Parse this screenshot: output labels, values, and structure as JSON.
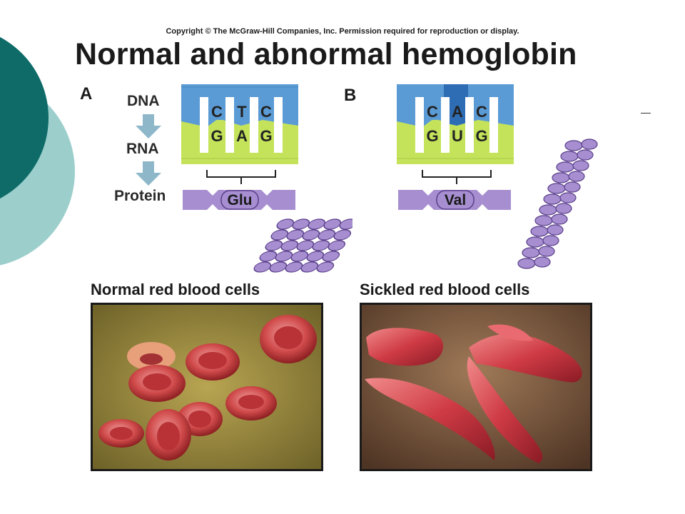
{
  "copyright": "Copyright © The McGraw-Hill Companies, Inc. Permission required for reproduction or display.",
  "title": "Normal and abnormal hemoglobin",
  "panel_a": {
    "letter": "A",
    "flow": [
      "DNA",
      "RNA",
      "Protein"
    ],
    "dna_bases": [
      "C",
      "T",
      "C"
    ],
    "rna_bases": [
      "G",
      "A",
      "G"
    ],
    "amino_acid": "Glu",
    "caption": "Normal red blood cells"
  },
  "panel_b": {
    "letter": "B",
    "dna_bases": [
      "C",
      "A",
      "C"
    ],
    "rna_bases": [
      "G",
      "U",
      "G"
    ],
    "amino_acid": "Val",
    "caption": "Sickled red blood cells"
  },
  "colors": {
    "dna_blue": "#5b9bd5",
    "dna_blue_mutated": "#2e6db4",
    "rna_green": "#c4e35a",
    "protein_purple": "#a68ed0",
    "arrow": "#8eb8c9",
    "deco_teal": "#0e6b68",
    "deco_light": "#8fc9c7"
  }
}
